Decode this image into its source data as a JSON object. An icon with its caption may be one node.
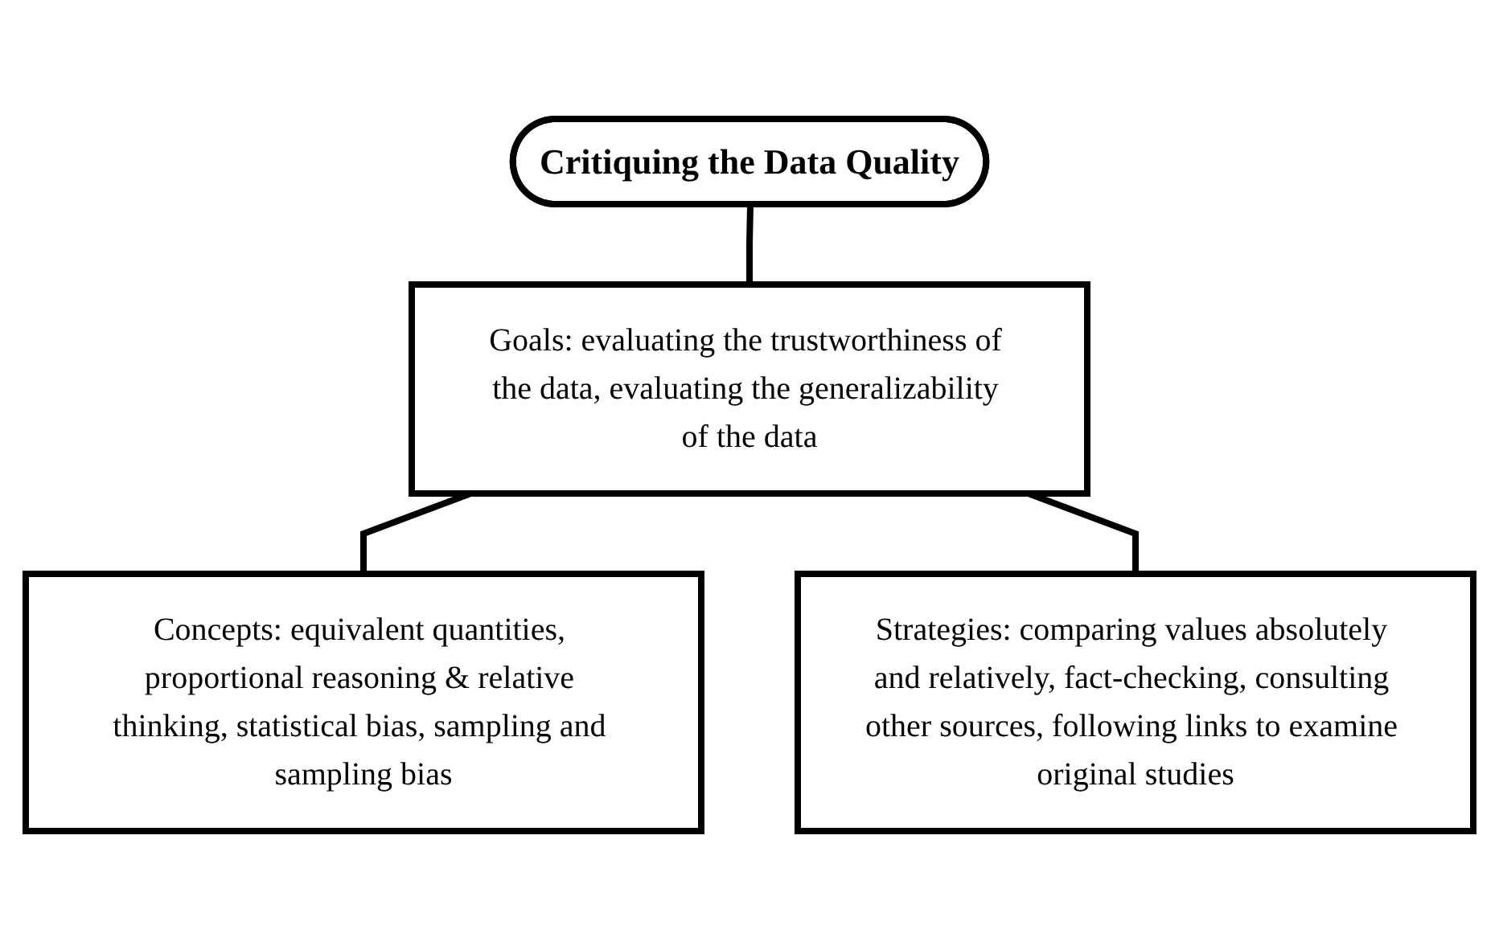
{
  "diagram": {
    "nodes": [
      {
        "text": [
          "Critiquing the Data Quality"
        ]
      },
      {
        "text": [
          "Goals: evaluating the trustworthiness of the data, evaluating the generalizability of the data"
        ]
      },
      {
        "text": [
          "Concepts: equivalent quantities, proportional reasoning & relative thinking, statistical bias, sampling and sampling bias"
        ]
      },
      {
        "text": [
          "Strategies: comparing values absolutely and relatively, fact-checking, consulting other sources, following links to examine original studies"
        ]
      }
    ],
    "edges": [
      {
        "from": 0,
        "to": 1,
        "arrow": "none"
      },
      {
        "from": 1,
        "to": 2,
        "arrow": "none"
      },
      {
        "from": 1,
        "to": 3,
        "arrow": "none"
      }
    ]
  }
}
